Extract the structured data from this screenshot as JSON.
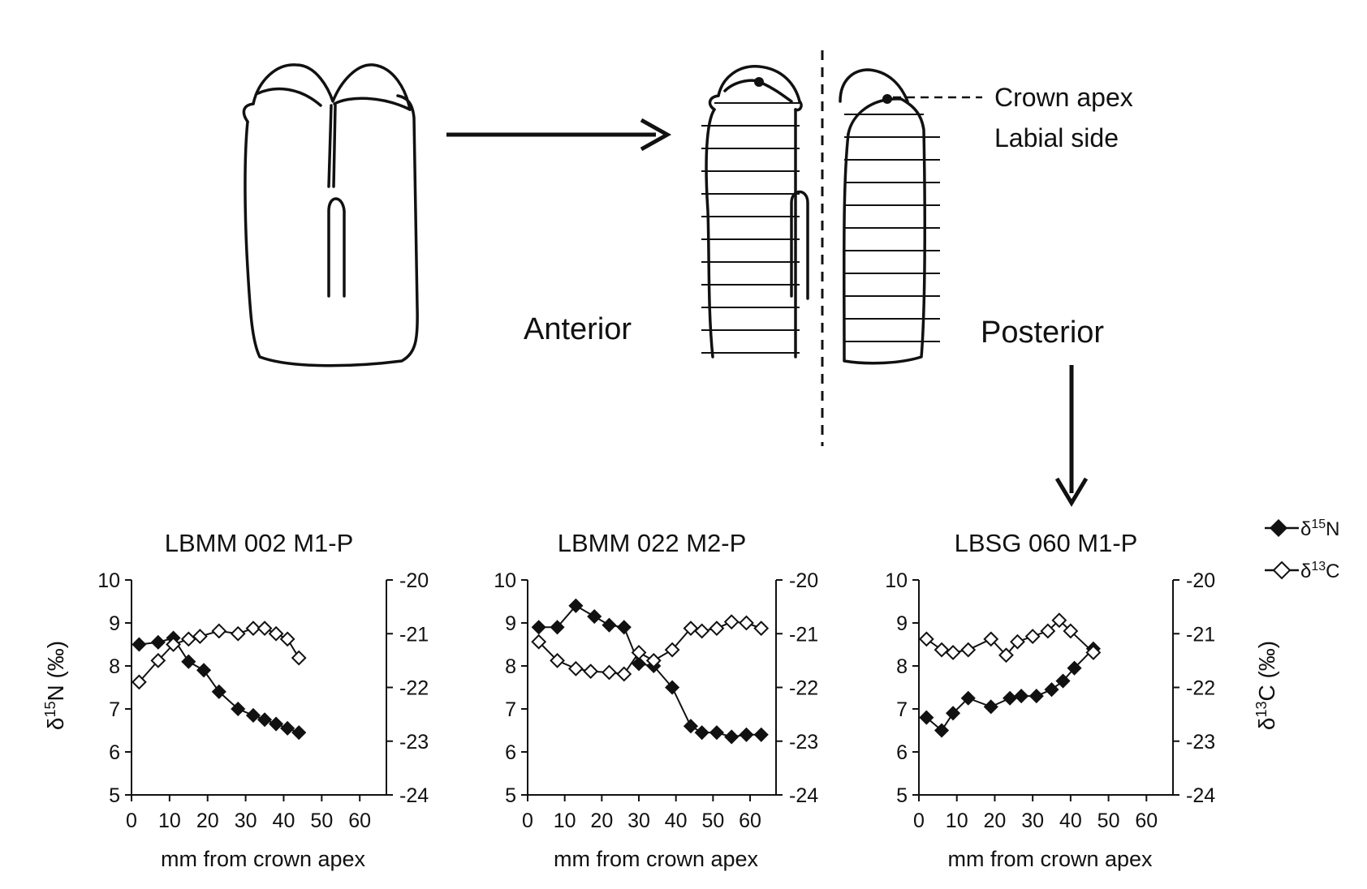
{
  "diagram": {
    "anterior_label": "Anterior",
    "posterior_label": "Posterior",
    "crown_apex_label": "Crown apex",
    "labial_side_label": "Labial side"
  },
  "legend": {
    "n_label_prefix": "δ",
    "n_label_sup": "15",
    "n_label_suffix": "N",
    "c_label_prefix": "δ",
    "c_label_sup": "13",
    "c_label_suffix": "C"
  },
  "axis_text": {
    "left_prefix": "δ",
    "left_sup": "15",
    "left_suffix": "N (‰)",
    "right_prefix": "δ",
    "right_sup": "13",
    "right_suffix": "C (‰)"
  },
  "chart_data": [
    {
      "type": "line",
      "title": "LBMM 002 M1-P",
      "xlabel": "mm from crown apex",
      "ylabel": "δ15N (‰)",
      "y2label": "",
      "xlim": [
        0,
        65
      ],
      "xticks": [
        0,
        10,
        20,
        30,
        40,
        50,
        60
      ],
      "ylim": [
        5,
        10
      ],
      "yticks": [
        5,
        6,
        7,
        8,
        9,
        10
      ],
      "y2lim": [
        -24,
        -20
      ],
      "y2ticks": [
        -24,
        -23,
        -22,
        -21,
        -20
      ],
      "series": [
        {
          "name": "δ15N",
          "axis": "left",
          "marker": "filled-diamond",
          "x": [
            2,
            7,
            11,
            15,
            19,
            23,
            28,
            32,
            35,
            38,
            41,
            44
          ],
          "y": [
            8.5,
            8.55,
            8.65,
            8.1,
            7.9,
            7.4,
            7.0,
            6.85,
            6.75,
            6.65,
            6.55,
            6.45
          ]
        },
        {
          "name": "δ13C",
          "axis": "right",
          "marker": "open-diamond",
          "x": [
            2,
            7,
            11,
            15,
            18,
            23,
            28,
            32,
            35,
            38,
            41,
            44
          ],
          "y": [
            -21.9,
            -21.5,
            -21.2,
            -21.1,
            -21.05,
            -20.95,
            -21.0,
            -20.9,
            -20.9,
            -21.0,
            -21.1,
            -21.45
          ]
        }
      ]
    },
    {
      "type": "line",
      "title": "LBMM 022 M2-P",
      "xlabel": "mm from crown apex",
      "ylabel": "",
      "y2label": "",
      "xlim": [
        0,
        65
      ],
      "xticks": [
        0,
        10,
        20,
        30,
        40,
        50,
        60
      ],
      "ylim": [
        5,
        10
      ],
      "yticks": [
        5,
        6,
        7,
        8,
        9,
        10
      ],
      "y2lim": [
        -24,
        -20
      ],
      "y2ticks": [
        -24,
        -23,
        -22,
        -21,
        -20
      ],
      "series": [
        {
          "name": "δ15N",
          "axis": "left",
          "marker": "filled-diamond",
          "x": [
            3,
            8,
            13,
            18,
            22,
            26,
            30,
            34,
            39,
            44,
            47,
            51,
            55,
            59,
            63
          ],
          "y": [
            8.9,
            8.9,
            9.4,
            9.15,
            8.95,
            8.9,
            8.05,
            8.0,
            7.5,
            6.6,
            6.45,
            6.45,
            6.35,
            6.4,
            6.4
          ]
        },
        {
          "name": "δ13C",
          "axis": "right",
          "marker": "open-diamond",
          "x": [
            3,
            8,
            13,
            17,
            22,
            26,
            30,
            34,
            39,
            44,
            47,
            51,
            55,
            59,
            63
          ],
          "y": [
            -21.15,
            -21.5,
            -21.65,
            -21.7,
            -21.72,
            -21.75,
            -21.35,
            -21.5,
            -21.3,
            -20.9,
            -20.95,
            -20.9,
            -20.78,
            -20.8,
            -20.9
          ]
        }
      ]
    },
    {
      "type": "line",
      "title": "LBSG 060 M1-P",
      "xlabel": "mm from crown apex",
      "ylabel": "",
      "y2label": "δ13C (‰)",
      "xlim": [
        0,
        65
      ],
      "xticks": [
        0,
        10,
        20,
        30,
        40,
        50,
        60
      ],
      "ylim": [
        5,
        10
      ],
      "yticks": [
        5,
        6,
        7,
        8,
        9,
        10
      ],
      "y2lim": [
        -24,
        -20
      ],
      "y2ticks": [
        -24,
        -23,
        -22,
        -21,
        -20
      ],
      "series": [
        {
          "name": "δ15N",
          "axis": "left",
          "marker": "filled-diamond",
          "x": [
            2,
            6,
            9,
            13,
            19,
            24,
            27,
            31,
            35,
            38,
            41,
            46
          ],
          "y": [
            6.8,
            6.5,
            6.9,
            7.25,
            7.05,
            7.25,
            7.3,
            7.3,
            7.45,
            7.65,
            7.95,
            8.4
          ]
        },
        {
          "name": "δ13C",
          "axis": "right",
          "marker": "open-diamond",
          "x": [
            2,
            6,
            9,
            13,
            19,
            23,
            26,
            30,
            34,
            37,
            40,
            46
          ],
          "y": [
            -21.1,
            -21.3,
            -21.35,
            -21.3,
            -21.1,
            -21.4,
            -21.15,
            -21.05,
            -20.95,
            -20.75,
            -20.95,
            -21.35
          ]
        }
      ]
    }
  ]
}
